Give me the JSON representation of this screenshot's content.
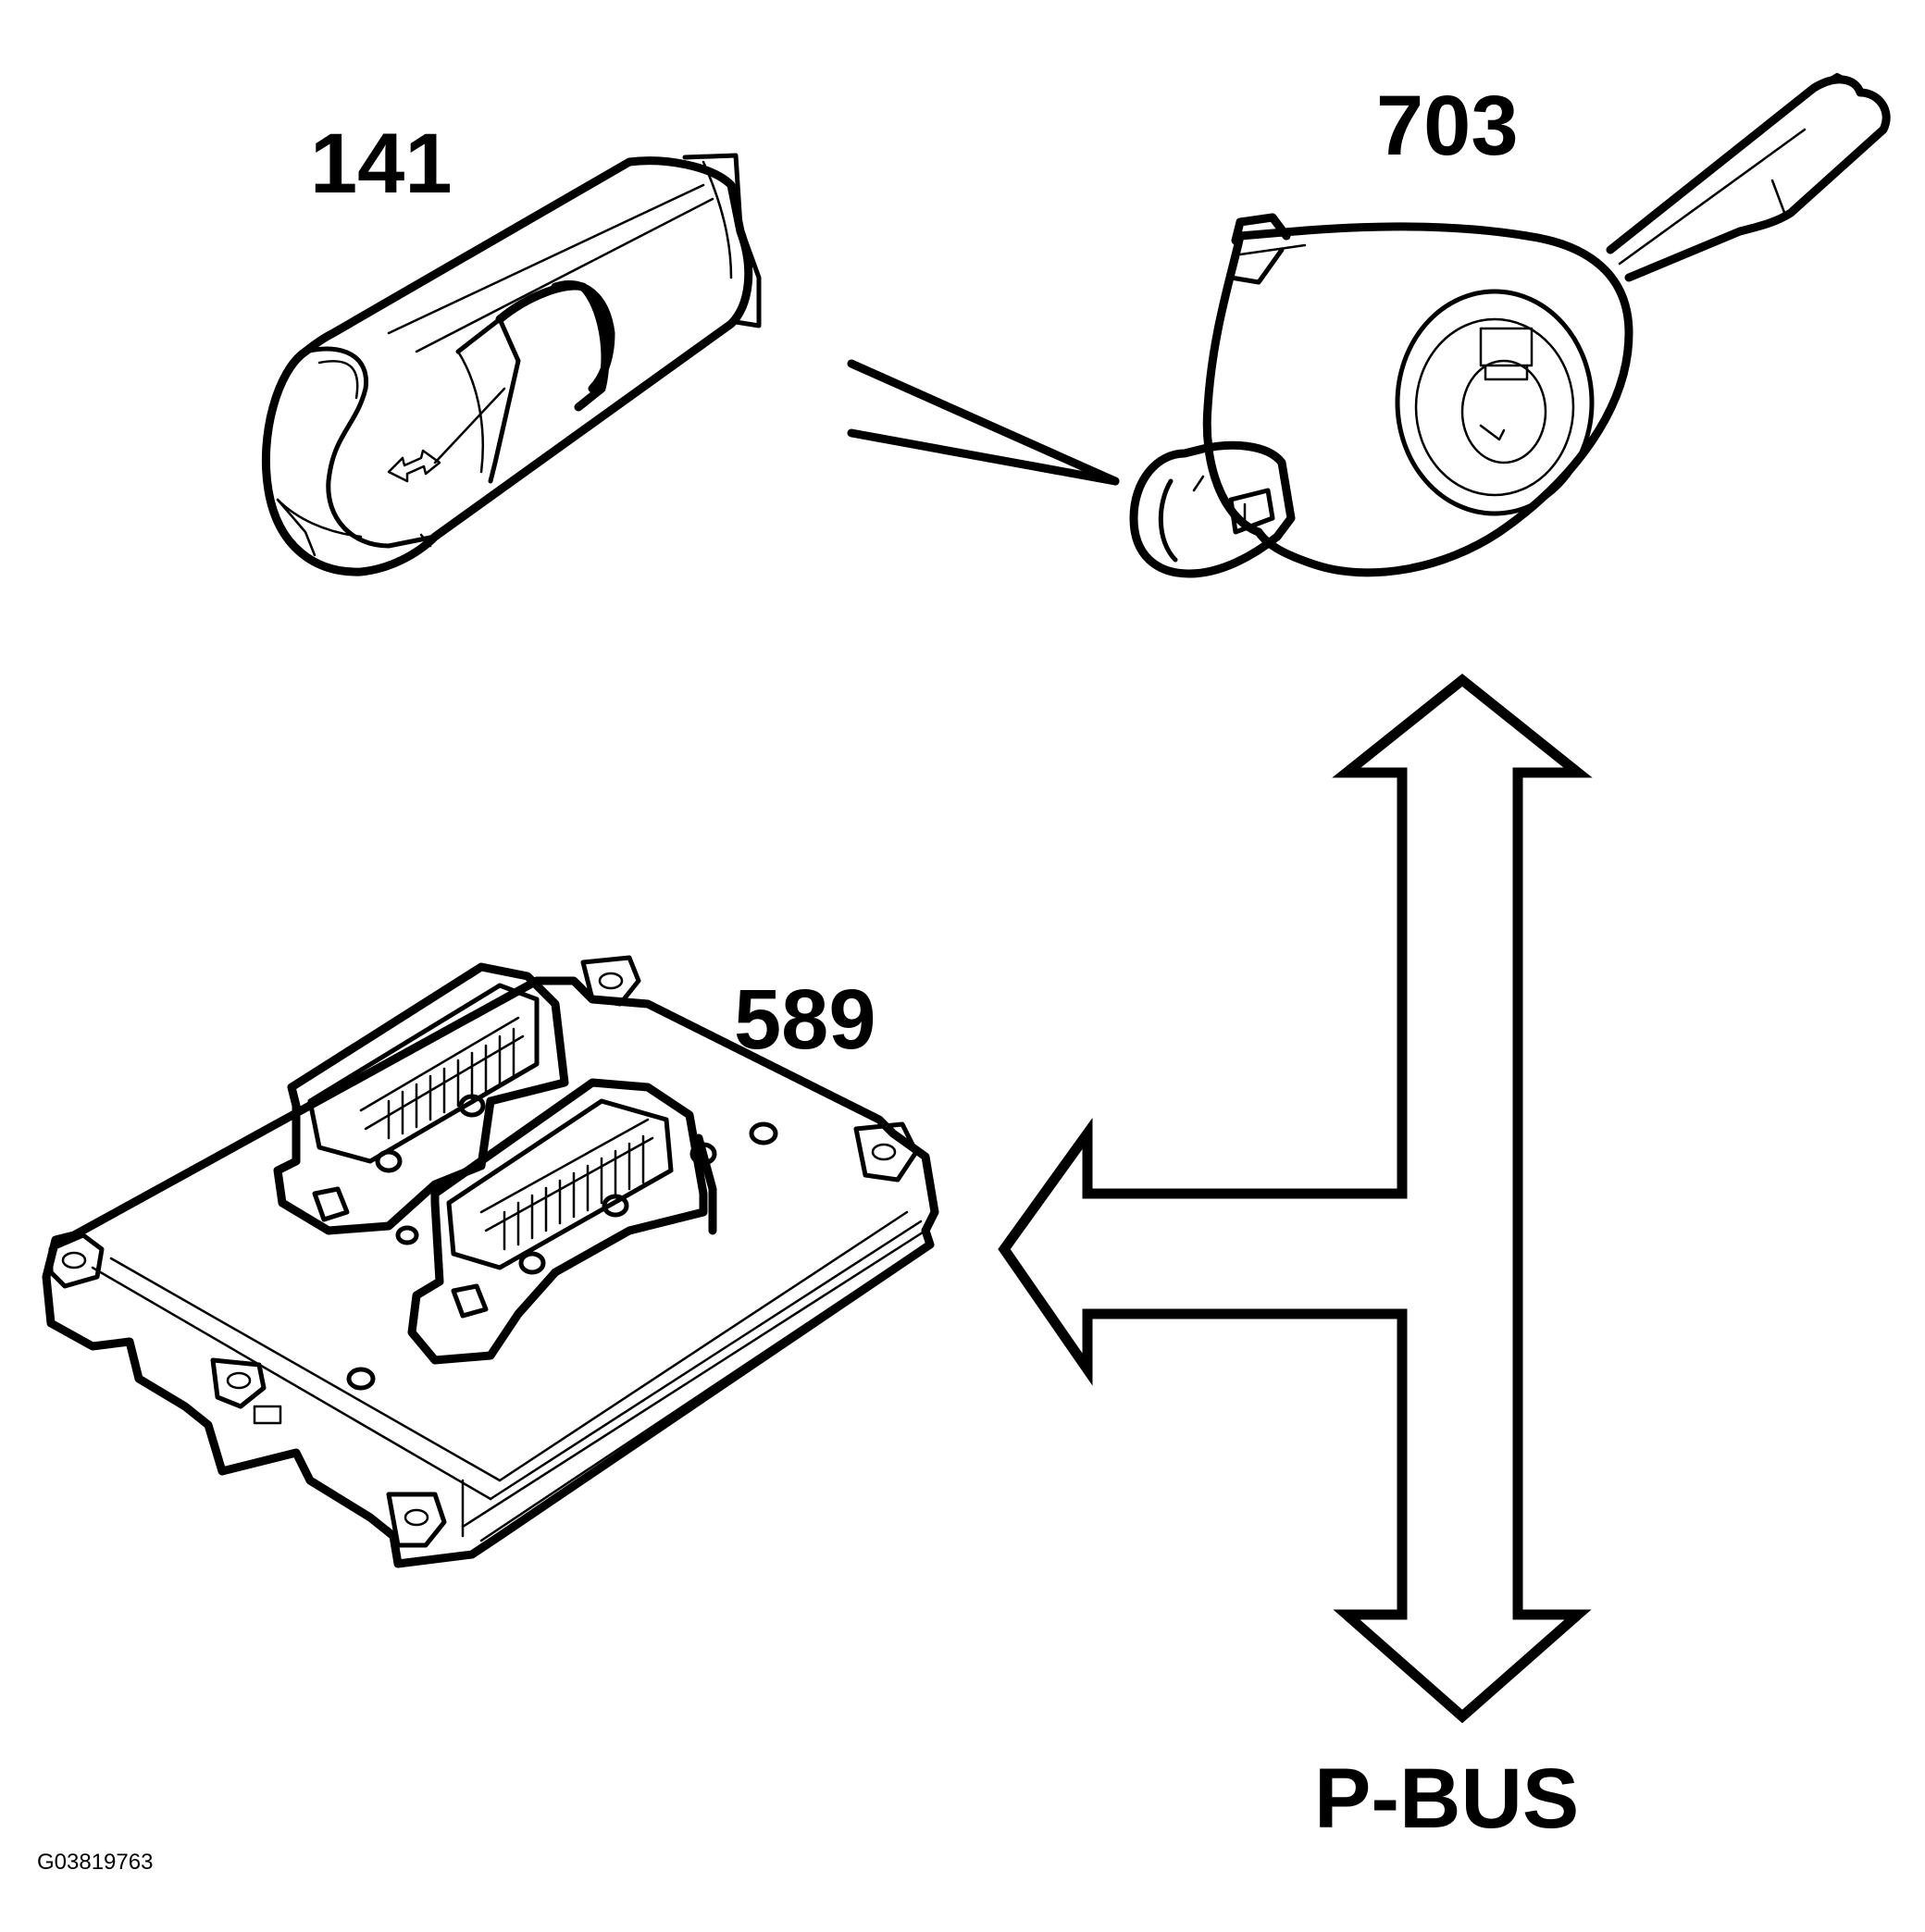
{
  "labels": {
    "part_141": "141",
    "part_703": "703",
    "part_589": "589",
    "bus": "P-BUS",
    "figure_id": "G03819763"
  }
}
